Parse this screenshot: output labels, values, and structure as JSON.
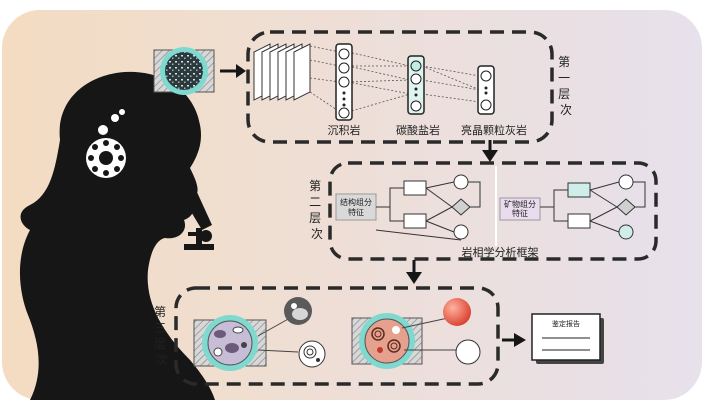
{
  "layer1": {
    "label": "第一层次",
    "classes": [
      "沉积岩",
      "碳酸盐岩",
      "亮晶颗粒灰岩"
    ]
  },
  "layer2": {
    "label": "第二层次",
    "left_block": "结构组分特征",
    "right_block": "矿物组分特征",
    "caption": "岩相学分析框架"
  },
  "layer3": {
    "label": "第三层次"
  },
  "report": {
    "title": "鉴定报告"
  },
  "colors": {
    "bg_left": "#f4dfc6",
    "bg_right": "#e8e2ec",
    "dark": "#2a2a2a",
    "teal": "#7fd9cf",
    "red_accent": "#e0503a"
  }
}
